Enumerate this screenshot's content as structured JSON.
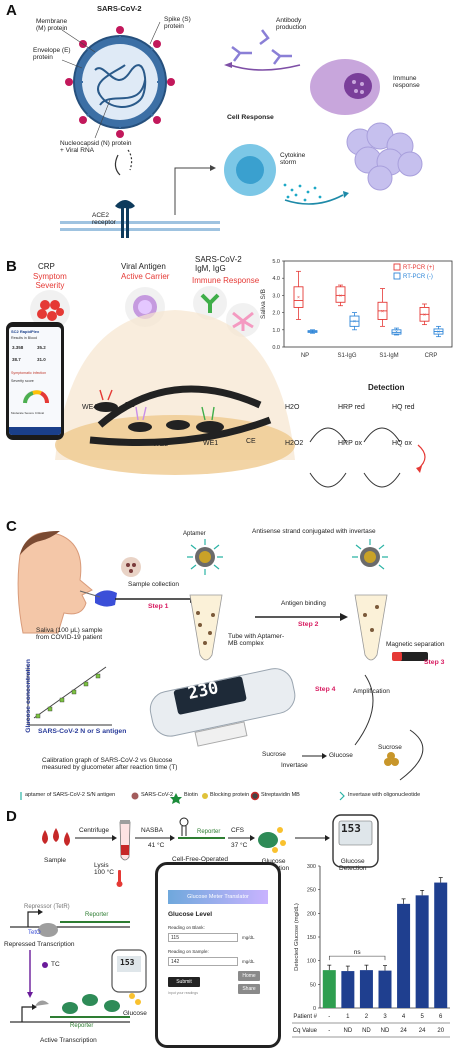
{
  "panels": {
    "a": "A",
    "b": "B",
    "c": "C",
    "d": "D"
  },
  "panel_a": {
    "title": "SARS-CoV-2",
    "membrane": "Membrane\n(M) protein",
    "envelope": "Envelope (E)\nprotein",
    "spike": "Spike (S)\nprotein",
    "nucleocapsid": "Nucleocapsid (N) protein\n+ Viral RNA",
    "ace2": "ACE2\nreceptor",
    "antibody": "Antibody\nproduction",
    "immune": "Immune\nresponse",
    "cell_response": "Cell Response",
    "cytokine": "Cytokine\nstorm"
  },
  "panel_b": {
    "crp": "CRP",
    "symptom": "Symptom\nSeverity",
    "viral_antigen": "Viral Antigen",
    "active_carrier": "Active Carrier",
    "sars_igm": "SARS-CoV-2\nIgM, IgG",
    "immune_resp": "Immune Response",
    "we4": "WE4",
    "re": "RE",
    "we3": "WE3",
    "we2": "WE2",
    "we1": "WE1",
    "ce": "CE",
    "detection": "Detection",
    "h2o": "H2O",
    "h2o2": "H2O2",
    "hrp_red": "HRP red",
    "hrp_ox": "HRP ox",
    "hq_red": "HQ red",
    "hq_ox": "HQ ox",
    "phone": {
      "app": "SC2 RapidPlex",
      "results": "Results in Blood",
      "v1": "3.358",
      "v2": "35.2",
      "v3": "38.7",
      "v4": "31.0",
      "assessment": "Symptomatic infection",
      "severity": "Severity score",
      "legend": "Moderate  Severe  Critical"
    }
  },
  "chart_data": {
    "type": "box",
    "ylabel": "Saliva S/B",
    "categories": [
      "NP",
      "S1-IgG",
      "S1-IgM",
      "CRP"
    ],
    "ylim": [
      0.0,
      5.0
    ],
    "yticks": [
      "0.0",
      "1.0",
      "2.0",
      "3.0",
      "4.0",
      "5.0"
    ],
    "series": [
      {
        "name": "RT-PCR (+)",
        "color": "#e53935",
        "boxes": [
          {
            "min": 1.6,
            "q1": 2.3,
            "median": 2.7,
            "q3": 3.5,
            "max": 4.4,
            "mean": 2.9
          },
          {
            "min": 2.4,
            "q1": 2.6,
            "median": 3.0,
            "q3": 3.5,
            "max": 3.6,
            "mean": 3.0
          },
          {
            "min": 1.2,
            "q1": 1.6,
            "median": 2.1,
            "q3": 2.6,
            "max": 3.4,
            "mean": 2.1
          },
          {
            "min": 1.3,
            "q1": 1.5,
            "median": 1.9,
            "q3": 2.3,
            "max": 2.5,
            "mean": 1.9
          }
        ]
      },
      {
        "name": "RT-PCR (-)",
        "color": "#2f86d8",
        "boxes": [
          {
            "min": 0.8,
            "q1": 0.85,
            "median": 0.9,
            "q3": 0.95,
            "max": 1.0,
            "mean": 0.9
          },
          {
            "min": 1.0,
            "q1": 1.2,
            "median": 1.5,
            "q3": 1.8,
            "max": 2.0,
            "mean": 1.5
          },
          {
            "min": 0.7,
            "q1": 0.75,
            "median": 0.85,
            "q3": 1.0,
            "max": 1.1,
            "mean": 0.9
          },
          {
            "min": 0.6,
            "q1": 0.75,
            "median": 0.9,
            "q3": 1.05,
            "max": 1.2,
            "mean": 0.9
          }
        ]
      }
    ]
  },
  "panel_c": {
    "antisense": "Antisense strand conjugated with invertase",
    "aptamer": "Aptamer",
    "sample_collection": "Sample collection",
    "step1": "Step 1",
    "antigen_binding": "Antigen binding",
    "step2": "Step 2",
    "saliva": "Saliva (100 μL) sample\nfrom COVID-19 patient",
    "tube": "Tube with Aptamer-\nMB complex",
    "magnetic": "Magnetic separation",
    "step3": "Step 3",
    "step4": "Step 4",
    "amplification": "Amplification",
    "glucose_conc": "Glucose concentration",
    "sars_antigen": "SARS-CoV-2 N or S antigen",
    "meter_reading": "230",
    "sucrose": "Sucrose",
    "sucrose2": "Sucrose",
    "invertase": "Invertase",
    "glucose": "Glucose",
    "calibration": "Calibration graph of SARS-CoV-2 vs Glucose\nmeasured by glucometer after reaction time (T)",
    "legend": {
      "aptamer": "aptamer of SARS-CoV-2 S/N antigen",
      "sars": "SARS-CoV-2",
      "biotin": "Biotin",
      "blocking": "Blocking protein",
      "streptavidin": "Streptavidin MB",
      "invertase_oligo": "Invertase with oligonucleotide"
    }
  },
  "panel_d": {
    "sample": "Sample",
    "centrifuge": "Centrifuge",
    "lysis": "Lysis\n100 °C",
    "nasba": "NASBA",
    "nasba_temp": "41 °C",
    "reporter": "Reporter",
    "cfs": "CFS",
    "cfs_temp": "37 °C",
    "circuit": "Cell-Free-Operated\nGene Circuit",
    "glucose_prod": "Glucose\nProduction",
    "glucose_det": "Glucose\nDetection",
    "meter_top": "153",
    "meter_bottom": "153",
    "repressor": "Repressor (TetR)",
    "reporter2": "Reporter",
    "teto": "TetO",
    "repressed": "Repressed Transcription",
    "tc": "TC",
    "reporter3": "Reporter",
    "glucose_lbl": "Glucose",
    "active": "Active Transcription",
    "app": {
      "header": "Glucose Meter Translator",
      "title": "Glucose Level",
      "blank_label": "Reading on Blank:",
      "blank_value": "115",
      "sample_label": "Reading on Sample:",
      "sample_value": "142",
      "unit": "mg/dL",
      "submit": "Submit",
      "home": "Home",
      "share": "Share",
      "hint": "Input your readings"
    }
  },
  "chart_data_d": {
    "type": "bar",
    "ylabel": "Detected Glucose (mg/dL)",
    "yticks": [
      "0",
      "50",
      "100",
      "150",
      "200",
      "250",
      "300"
    ],
    "ylim": [
      0,
      300
    ],
    "patient_label": "Patient #",
    "cq_label": "Cq Value",
    "categories": [
      "-",
      "1",
      "2",
      "3",
      "4",
      "5",
      "6"
    ],
    "cq": [
      "-",
      "ND",
      "ND",
      "ND",
      "24",
      "24",
      "20"
    ],
    "values": [
      80,
      78,
      80,
      79,
      220,
      238,
      265
    ],
    "colors": [
      "#2e9e4f",
      "#1f3f8f",
      "#1f3f8f",
      "#1f3f8f",
      "#1f3f8f",
      "#1f3f8f",
      "#1f3f8f"
    ],
    "annotation": "ns"
  }
}
